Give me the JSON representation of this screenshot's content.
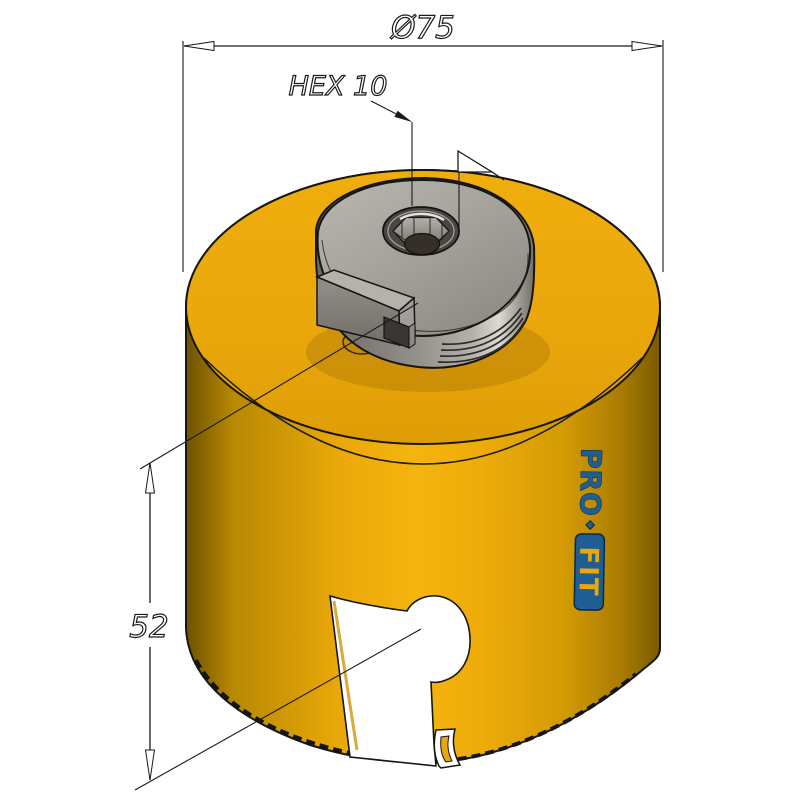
{
  "drawing": {
    "title": "hole-saw-technical-drawing",
    "annotations": {
      "diameter_label": "Ø75",
      "hex_label": "HEX 10",
      "height_label": "52"
    },
    "logo": {
      "pro": "PRO",
      "fit": "FIT"
    },
    "colors": {
      "background": "#FFFFFF",
      "body_yellow": "#EBA909",
      "body_yellow_bright": "#F4B40E",
      "body_yellow_dark": "#6E5200",
      "cap_yellow": "#E9A70B",
      "hub_gray": "#98958F",
      "hub_gray_dark": "#6B6862",
      "hex_bore_dark": "#352F28",
      "logo_blue": "#1E5E92",
      "logo_outline": "#0A2A44",
      "line_color": "#1A1A1A"
    }
  }
}
